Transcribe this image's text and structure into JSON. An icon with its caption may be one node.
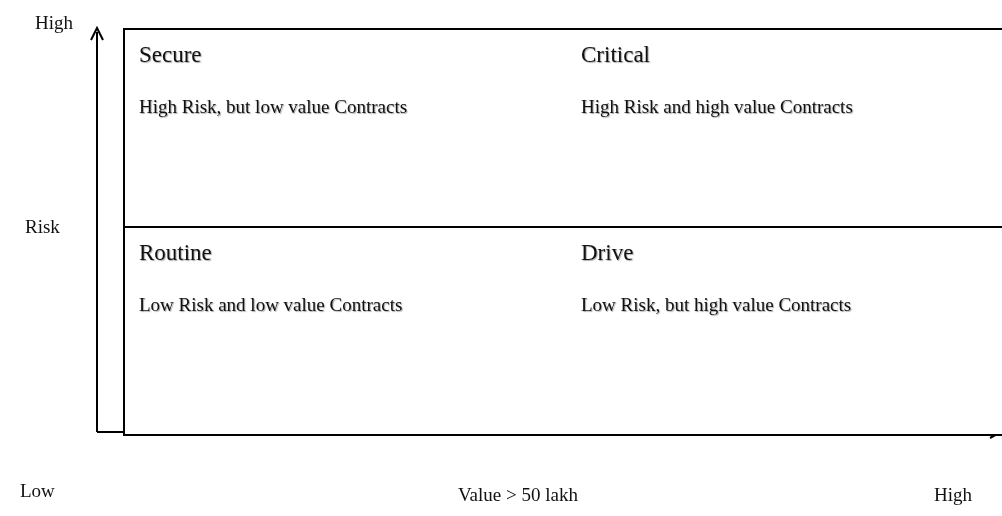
{
  "diagram": {
    "nodes": [
      {
        "text": [
          "Secure",
          "High Risk, but low value Contracts"
        ]
      },
      {
        "text": [
          "Critical",
          "High Risk and high value Contracts"
        ]
      },
      {
        "text": [
          "Routine",
          "Low Risk and low value Contracts"
        ]
      },
      {
        "text": [
          "Drive",
          "Low Risk, but high value Contracts"
        ]
      }
    ],
    "edges": [],
    "labels": [
      "High",
      "Risk",
      "Low",
      "Value > 50 lakh",
      "High"
    ]
  }
}
